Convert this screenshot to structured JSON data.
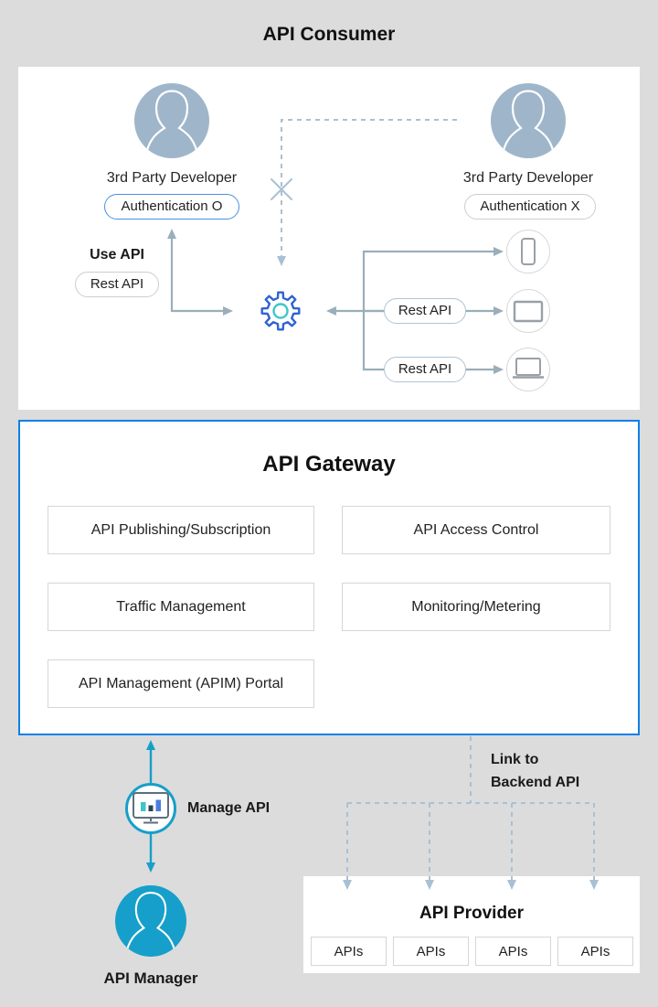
{
  "page_title": "API Consumer",
  "consumer": {
    "developers": [
      {
        "label": "3rd Party Developer",
        "badge": "Authentication O"
      },
      {
        "label": "3rd Party Developer",
        "badge": "Authentication X"
      }
    ],
    "use_api": "Use API",
    "rest_api_pills": [
      "Rest API",
      "Rest API",
      "Rest API"
    ]
  },
  "gateway": {
    "title": "API Gateway",
    "capabilities": [
      "API Publishing/Subscription",
      "API Access Control",
      "Traffic Management",
      "Monitoring/Metering",
      "API Management (APIM) Portal"
    ]
  },
  "management": {
    "manage_api": "Manage API",
    "api_manager": "API Manager"
  },
  "backend": {
    "link_line1": "Link to",
    "link_line2": "Backend API",
    "provider": {
      "title": "API Provider",
      "apis": [
        "APIs",
        "APIs",
        "APIs",
        "APIs"
      ]
    }
  },
  "colors": {
    "accent_blue": "#0f7fe8",
    "teal": "#169fca",
    "avatar_blue_grey": "#9fb6ca",
    "arrow_grey": "#9aaebb",
    "dashed_blue": "#a9c0d4",
    "gear_blue": "#2f63d2",
    "gear_teal": "#3ec6c9",
    "auth_badge_border": "#4a90e2"
  }
}
